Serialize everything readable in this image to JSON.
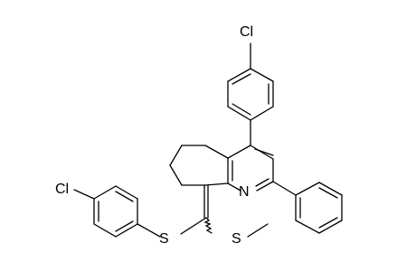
{
  "molecule": {
    "atoms": {
      "cl_top": "Cl",
      "cl_left": "Cl",
      "nitrogen": "N",
      "sulfur_aryl": "S",
      "sulfur_methyl": "S"
    },
    "colors": {
      "bond": "#000000",
      "label": "#000000",
      "background": "#ffffff"
    }
  }
}
